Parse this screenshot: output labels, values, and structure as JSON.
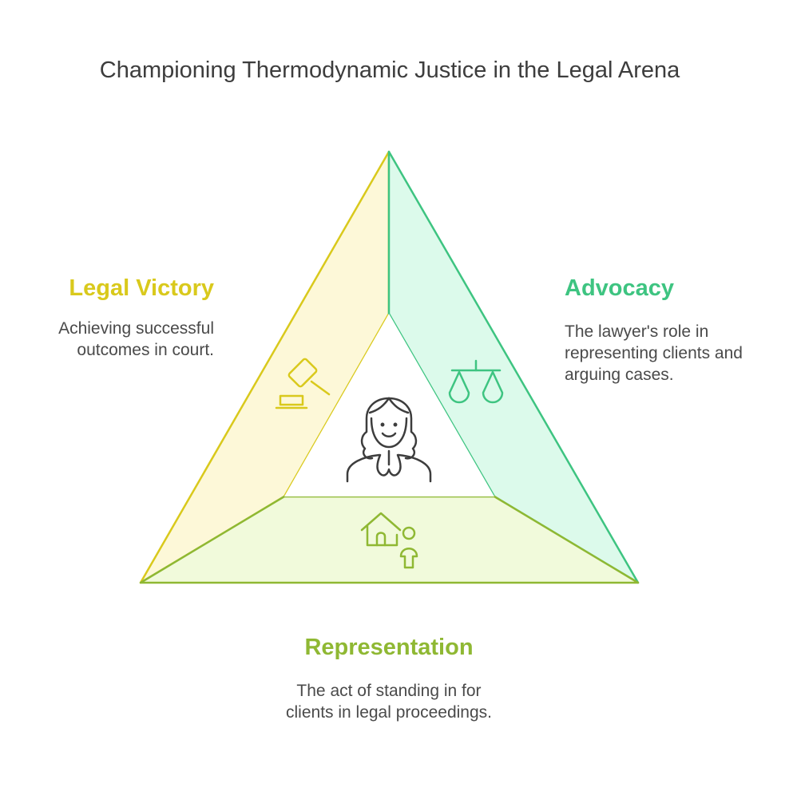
{
  "title": "Championing Thermodynamic Justice in the Legal Arena",
  "colors": {
    "victory": "#d9c91c",
    "advocacy": "#3ec481",
    "representation": "#8fb833",
    "victory_fill": "#fdf8d8",
    "advocacy_fill": "#dcfaeb",
    "representation_fill": "#f1fadb",
    "icon_center": "#3d3d3d"
  },
  "sections": {
    "victory": {
      "heading": "Legal Victory",
      "description": "Achieving successful outcomes in court.",
      "icon": "gavel-icon"
    },
    "advocacy": {
      "heading": "Advocacy",
      "description": "The lawyer's role in representing clients and arguing cases.",
      "icon": "scales-icon"
    },
    "representation": {
      "heading": "Representation",
      "description": "The act of standing in for clients in legal proceedings.",
      "icon": "house-person-icon"
    },
    "center": {
      "icon": "lawyer-icon"
    }
  }
}
